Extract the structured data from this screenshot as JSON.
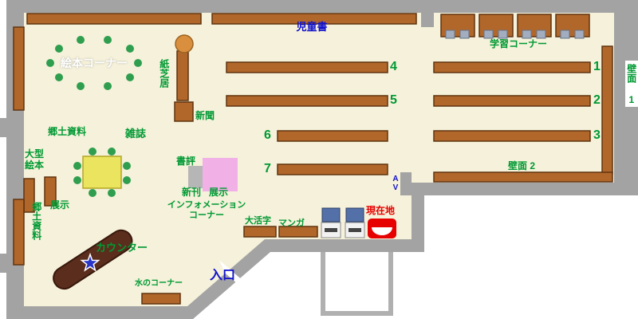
{
  "colors": {
    "floor": "#f5f1da",
    "wall": "#a3a3a3",
    "corridor": "#b0b0b0",
    "shelf": "#b2672a",
    "shelf_border": "#5f3410",
    "chair_gray": "#a3adc0",
    "chair_green": "#2f9e4e",
    "table_yellow": "#eae45e",
    "table_border": "#b3a625",
    "stool_orange": "#d98f3e",
    "gray_box": "#b6b6b6",
    "pink": "#f1b1e7",
    "machine_blue": "#5470a8",
    "machine_body": "#f2f2f2",
    "machine_slot": "#444444",
    "marker_red": "#e60000",
    "counter": "#5a2d1c",
    "counter_border": "#38180c",
    "star_blue": "#2a36c8",
    "text_green": "#009933",
    "text_blue": "#1112cc"
  },
  "areas": {
    "children_books": "児童書",
    "study_corner": "学習コーナー",
    "wall_1": "壁面 1",
    "wall_2": "壁面 2",
    "picture_book_corner": "絵本コーナー",
    "kamishibai": "紙芝居",
    "newspaper": "新聞",
    "local_materials_top": "郷土資料",
    "magazines": "雑誌",
    "large_picture_books": "大型\n絵本",
    "exhibit_small": "展示",
    "local_materials_side": "郷土資料",
    "book_review": "書評",
    "new_arrivals": "新刊",
    "exhibit_center": "展示",
    "information_line1": "インフォメーション",
    "information_line2": "コーナー",
    "large_print": "大活字",
    "manga": "マンガ",
    "current_location": "現在地",
    "counter": "カウンター",
    "entrance": "入口",
    "water_corner": "水のコーナー",
    "av_corner": "AV",
    "shelf_numbers": [
      "1",
      "2",
      "3",
      "4",
      "5",
      "6",
      "7"
    ]
  }
}
